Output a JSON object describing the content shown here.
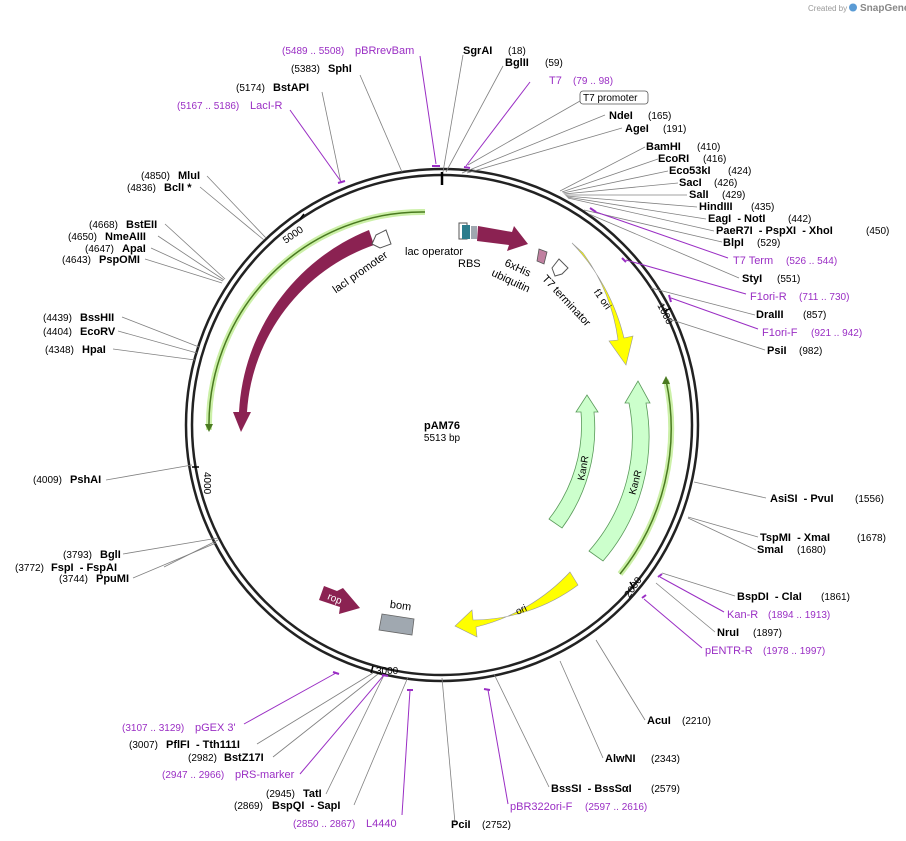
{
  "credit": {
    "prefix": "Created by",
    "brand": "SnapGene"
  },
  "plasmid": {
    "name": "pAM76",
    "length": "5513 bp"
  },
  "ticks": [
    "1000",
    "2000",
    "3000",
    "4000",
    "5000"
  ],
  "features": [
    {
      "name": "lacI",
      "color": "#8b2252"
    },
    {
      "name": "lacI promoter",
      "color": "#ffffff"
    },
    {
      "name": "lac operator",
      "color": "#ffffff"
    },
    {
      "name": "RBS",
      "color": "#ffffff"
    },
    {
      "name": "6xHis",
      "color": "#8b2252"
    },
    {
      "name": "ubiquitin",
      "color": "#8b2252"
    },
    {
      "name": "T7 terminator",
      "color": "#ffffff"
    },
    {
      "name": "f1 ori",
      "color": "#ffff00"
    },
    {
      "name": "KanR",
      "color": "#ccffcc"
    },
    {
      "name": "KanR",
      "color": "#ccffcc"
    },
    {
      "name": "ori",
      "color": "#ffff00"
    },
    {
      "name": "bom",
      "color": "#a0a8b0"
    },
    {
      "name": "rop",
      "color": "#8b2252"
    }
  ],
  "boxed_label": {
    "name": "T7 promoter"
  },
  "sites": [
    {
      "name": "SgrAI",
      "pos": "(18)"
    },
    {
      "name": "BglII",
      "pos": "(59)"
    },
    {
      "name": "NdeI",
      "pos": "(165)"
    },
    {
      "name": "AgeI",
      "pos": "(191)"
    },
    {
      "name": "BamHI",
      "pos": "(410)"
    },
    {
      "name": "EcoRI",
      "pos": "(416)"
    },
    {
      "name": "Eco53kI",
      "pos": "(424)"
    },
    {
      "name": "SacI",
      "pos": "(426)"
    },
    {
      "name": "SalI",
      "pos": "(429)"
    },
    {
      "name": "HindIII",
      "pos": "(435)"
    },
    {
      "name": "EagI  - NotI",
      "pos": "(442)"
    },
    {
      "name": "PaeR7I  - PspXI  - XhoI",
      "pos": "(450)"
    },
    {
      "name": "BlpI",
      "pos": "(529)"
    },
    {
      "name": "StyI",
      "pos": "(551)"
    },
    {
      "name": "DraIII",
      "pos": "(857)"
    },
    {
      "name": "PsiI",
      "pos": "(982)"
    },
    {
      "name": "AsiSI  - PvuI",
      "pos": "(1556)"
    },
    {
      "name": "TspMI  - XmaI",
      "pos": "(1678)"
    },
    {
      "name": "SmaI",
      "pos": "(1680)"
    },
    {
      "name": "BspDI  - ClaI",
      "pos": "(1861)"
    },
    {
      "name": "NruI",
      "pos": "(1897)"
    },
    {
      "name": "AcuI",
      "pos": "(2210)"
    },
    {
      "name": "AlwNI",
      "pos": "(2343)"
    },
    {
      "name": "BssSI  - BssSαI",
      "pos": "(2579)"
    },
    {
      "name": "PciI",
      "pos": "(2752)"
    },
    {
      "name": "BspQI  - SapI",
      "pos": "(2869)"
    },
    {
      "name": "TatI",
      "pos": "(2945)"
    },
    {
      "name": "BstZ17I",
      "pos": "(2982)"
    },
    {
      "name": "PflFI  - Tth111I",
      "pos": "(3007)"
    },
    {
      "name": "FspI  - FspAI",
      "pos": "(3772)"
    },
    {
      "name": "BglI",
      "pos": "(3793)"
    },
    {
      "name": "PpuMI",
      "pos": "(3744)"
    },
    {
      "name": "PshAI",
      "pos": "(4009)"
    },
    {
      "name": "HpaI",
      "pos": "(4348)"
    },
    {
      "name": "EcoRV",
      "pos": "(4404)"
    },
    {
      "name": "BssHII",
      "pos": "(4439)"
    },
    {
      "name": "PspOMI",
      "pos": "(4643)"
    },
    {
      "name": "ApaI",
      "pos": "(4647)"
    },
    {
      "name": "NmeAIII",
      "pos": "(4650)"
    },
    {
      "name": "BstEII",
      "pos": "(4668)"
    },
    {
      "name": "BclI *",
      "pos": "(4836)"
    },
    {
      "name": "MluI",
      "pos": "(4850)"
    },
    {
      "name": "BstAPI",
      "pos": "(5174)"
    },
    {
      "name": "SphI",
      "pos": "(5383)"
    }
  ],
  "primers": [
    {
      "name": "pBRrevBam",
      "pos": "(5489 .. 5508)"
    },
    {
      "name": "T7",
      "pos": "(79 .. 98)"
    },
    {
      "name": "LacI-R",
      "pos": "(5167 .. 5186)"
    },
    {
      "name": "T7 Term",
      "pos": "(526 .. 544)"
    },
    {
      "name": "F1ori-R",
      "pos": "(711 .. 730)"
    },
    {
      "name": "F1ori-F",
      "pos": "(921 .. 942)"
    },
    {
      "name": "Kan-R",
      "pos": "(1894 .. 1913)"
    },
    {
      "name": "pENTR-R",
      "pos": "(1978 .. 1997)"
    },
    {
      "name": "pBR322ori-F",
      "pos": "(2597 .. 2616)"
    },
    {
      "name": "L4440",
      "pos": "(2850 .. 2867)"
    },
    {
      "name": "pRS-marker",
      "pos": "(2947 .. 2966)"
    },
    {
      "name": "pGEX 3'",
      "pos": "(3107 .. 3129)"
    }
  ]
}
